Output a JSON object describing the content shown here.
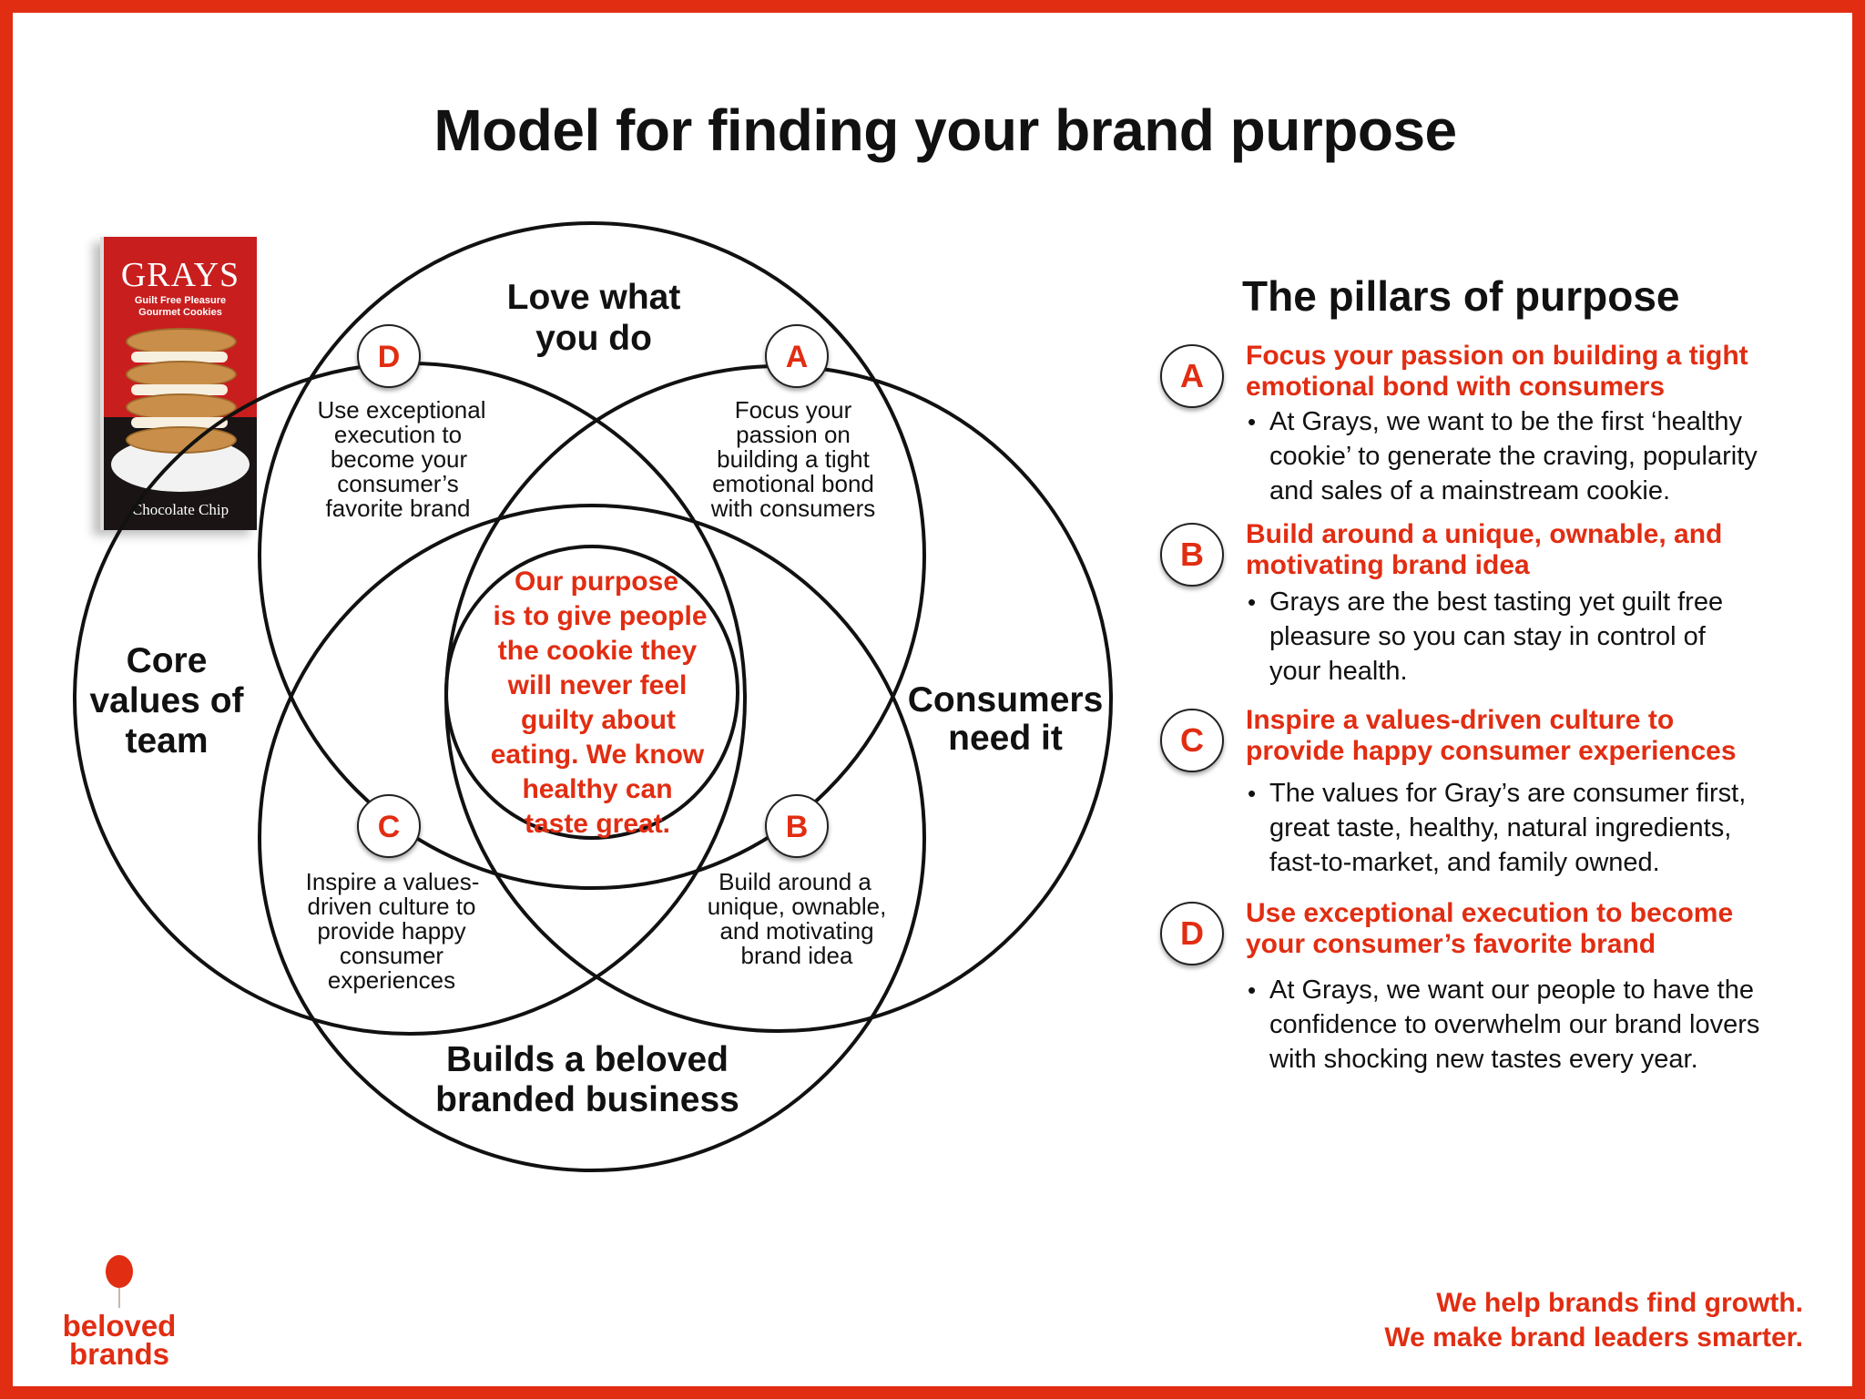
{
  "title": "Model for finding your brand purpose",
  "colors": {
    "accent": "#e12d12",
    "frame": "#e12d12",
    "text": "#111111"
  },
  "product": {
    "brand": "GRAYS",
    "tagline_1": "Guilt Free Pleasure",
    "tagline_2": "Gourmet Cookies",
    "flavor": "Chocolate Chip"
  },
  "venn": {
    "circle_labels": {
      "top_1": "Love what",
      "top_2": "you do",
      "left_1": "Core",
      "left_2": "values of",
      "left_3": "team",
      "right_1": "Consumers",
      "right_2": "need it",
      "bottom_1": "Builds a beloved",
      "bottom_2": "branded business"
    },
    "badges": {
      "a": "A",
      "b": "B",
      "c": "C",
      "d": "D"
    },
    "intersections": {
      "a": [
        "Focus your",
        "passion on",
        "building a tight",
        "emotional bond",
        "with consumers"
      ],
      "b": [
        "Build around a",
        "unique, ownable,",
        "and motivating",
        "brand idea"
      ],
      "c": [
        "Inspire a values-",
        "driven culture to",
        "provide happy",
        "consumer",
        "experiences"
      ],
      "d": [
        "Use exceptional",
        "execution to",
        "become your",
        "consumer’s",
        "favorite brand"
      ]
    },
    "center": [
      "Our purpose",
      "is to give people",
      "the cookie they",
      "will never feel",
      "guilty about",
      "eating. We know",
      "healthy can",
      "taste great."
    ]
  },
  "pillars": {
    "title": "The pillars of purpose",
    "items": [
      {
        "letter": "A",
        "heading_1": "Focus your passion on building a tight",
        "heading_2": "emotional bond with consumers",
        "bullet": "•",
        "body_1": "At Grays, we want to be the first ‘healthy",
        "body_2": "cookie’ to generate the craving, popularity",
        "body_3": "and sales of a mainstream cookie."
      },
      {
        "letter": "B",
        "heading_1": "Build around a unique, ownable, and",
        "heading_2": "motivating brand idea",
        "bullet": "•",
        "body_1": "Grays are the best tasting yet guilt free",
        "body_2": "pleasure so you can stay in control of",
        "body_3": "your health."
      },
      {
        "letter": "C",
        "heading_1": "Inspire a values-driven culture to",
        "heading_2": "provide happy consumer experiences",
        "bullet": "•",
        "body_1": "The values for Gray’s are consumer first,",
        "body_2": "great taste, healthy, natural ingredients,",
        "body_3": "fast-to-market, and family owned."
      },
      {
        "letter": "D",
        "heading_1": "Use exceptional execution to become",
        "heading_2": "your consumer’s favorite brand",
        "bullet": "•",
        "body_1": "At Grays, we want our people to have the",
        "body_2": "confidence to overwhelm our brand lovers",
        "body_3": "with shocking new tastes every year."
      }
    ]
  },
  "footer": {
    "logo_1": "beloved",
    "logo_2": "brands",
    "tagline_1": "We help brands find growth.",
    "tagline_2": "We make brand leaders smarter."
  }
}
